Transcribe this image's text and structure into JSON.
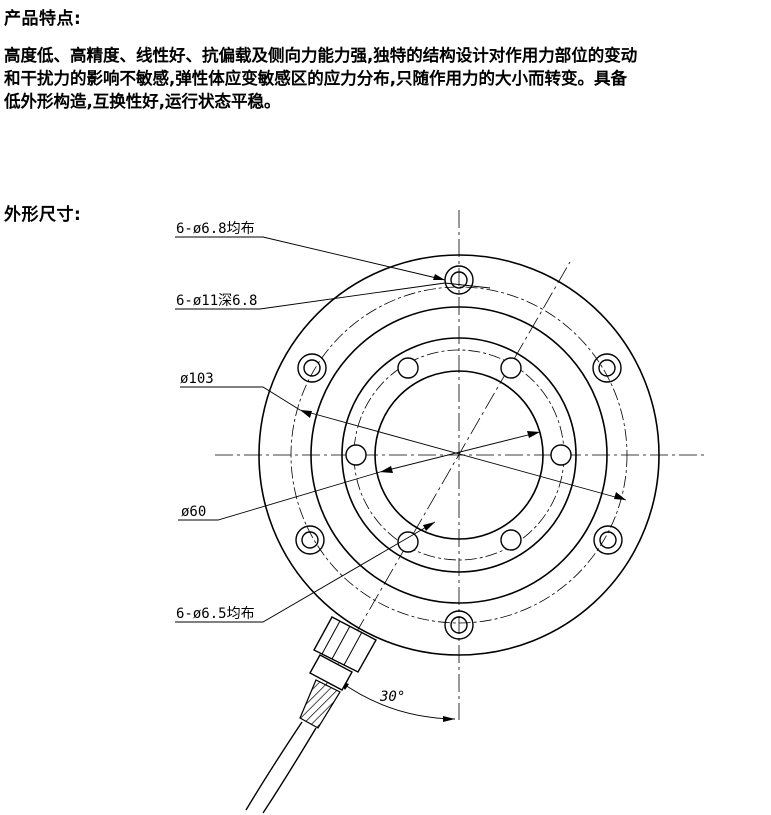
{
  "features": {
    "heading": "产品特点:",
    "text": "高度低、高精度、线性好、抗偏载及侧向力能力强,独特的结构设计对作用力部位的变动\n和干扰力的影响不敏感,弹性体应变敏感区的应力分布,只随作用力的大小而转变。具备\n低外形构造,互换性好,运行状态平稳。"
  },
  "dimensions": {
    "heading": "外形尺寸:",
    "labels": {
      "through_holes": "6-ø6.8均布",
      "counterbore": "6-ø11深6.8",
      "outer_diameter": "ø103",
      "inner_diameter": "ø60",
      "inner_holes": "6-ø6.5均布",
      "cable_angle": "30°"
    }
  }
}
